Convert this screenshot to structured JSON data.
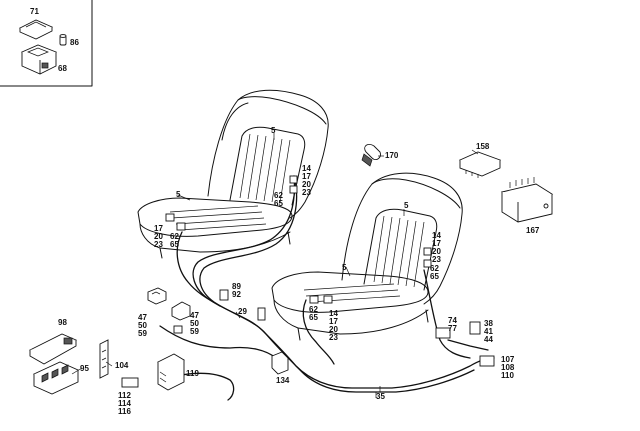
{
  "inset": {
    "labels": [
      "71",
      "86",
      "68"
    ]
  },
  "seat_left": {
    "back_label": "5",
    "cushion_label": "5",
    "connector_right": [
      "14",
      "17",
      "20",
      "23"
    ],
    "connector_mid": [
      "62",
      "65"
    ],
    "cushion_left": [
      "17",
      "20",
      "23"
    ],
    "cushion_mid": [
      "62",
      "65"
    ]
  },
  "seat_right": {
    "back_label": "5",
    "cushion_label": "5",
    "connector_right": [
      "14",
      "17",
      "20",
      "23"
    ],
    "connector_right2": [
      "62",
      "65"
    ],
    "cushion_conn": [
      "62",
      "65"
    ],
    "cushion_conn2": [
      "14",
      "17",
      "20",
      "23"
    ]
  },
  "parts": {
    "p170": "170",
    "p158": "158",
    "p167": "167",
    "p89": [
      "89",
      "92"
    ],
    "p47a": [
      "47",
      "50",
      "59"
    ],
    "p47b": [
      "47",
      "50",
      "59"
    ],
    "p29": "29",
    "p98": "98",
    "p95": "95",
    "p104": "104",
    "p119": "119",
    "p112": [
      "112",
      "114",
      "116"
    ],
    "p134": "134",
    "p35": "35",
    "p74": [
      "74",
      "77"
    ],
    "p38": [
      "38",
      "41",
      "44"
    ],
    "p107": [
      "107",
      "108",
      "110"
    ]
  }
}
